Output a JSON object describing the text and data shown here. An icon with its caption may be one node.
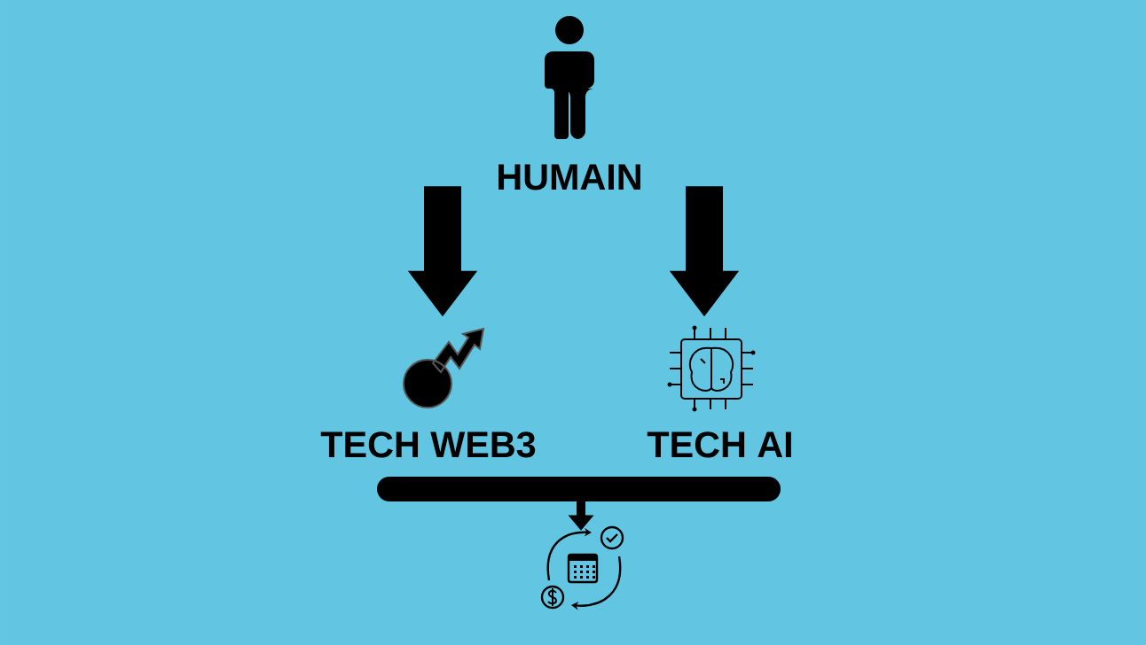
{
  "diagram": {
    "nodes": [
      {
        "text": [
          "HUMAIN"
        ]
      },
      {
        "text": [
          "TECH WEB3"
        ]
      },
      {
        "text": [
          "TECH AI"
        ]
      },
      {
        "text": [],
        "shape": "picture"
      }
    ],
    "edges": [
      {
        "from": 0,
        "to": 1,
        "arrow": "to"
      },
      {
        "from": 0,
        "to": 2,
        "arrow": "to"
      },
      {
        "from": 1,
        "to": 3,
        "arrow": "to"
      },
      {
        "from": 2,
        "to": 3,
        "arrow": "to"
      }
    ]
  }
}
